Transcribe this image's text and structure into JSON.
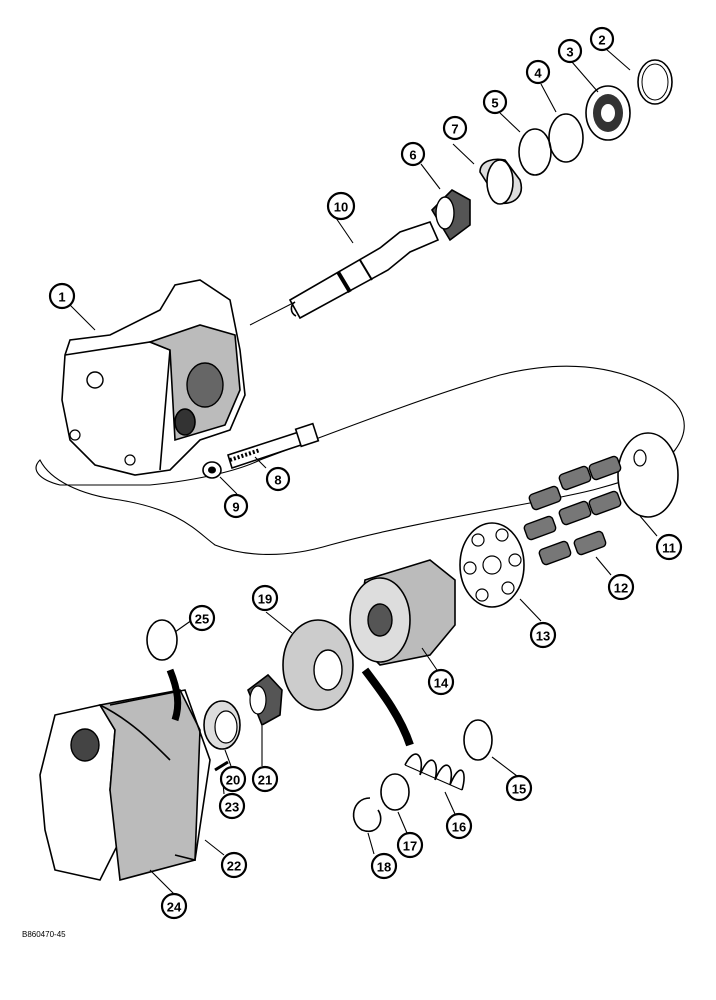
{
  "diagram": {
    "reference_code": "B860470-45",
    "callouts": [
      "1",
      "2",
      "3",
      "4",
      "5",
      "6",
      "7",
      "8",
      "9",
      "10",
      "11",
      "12",
      "13",
      "14",
      "15",
      "16",
      "17",
      "18",
      "19",
      "20",
      "21",
      "22",
      "23",
      "24",
      "25"
    ]
  }
}
